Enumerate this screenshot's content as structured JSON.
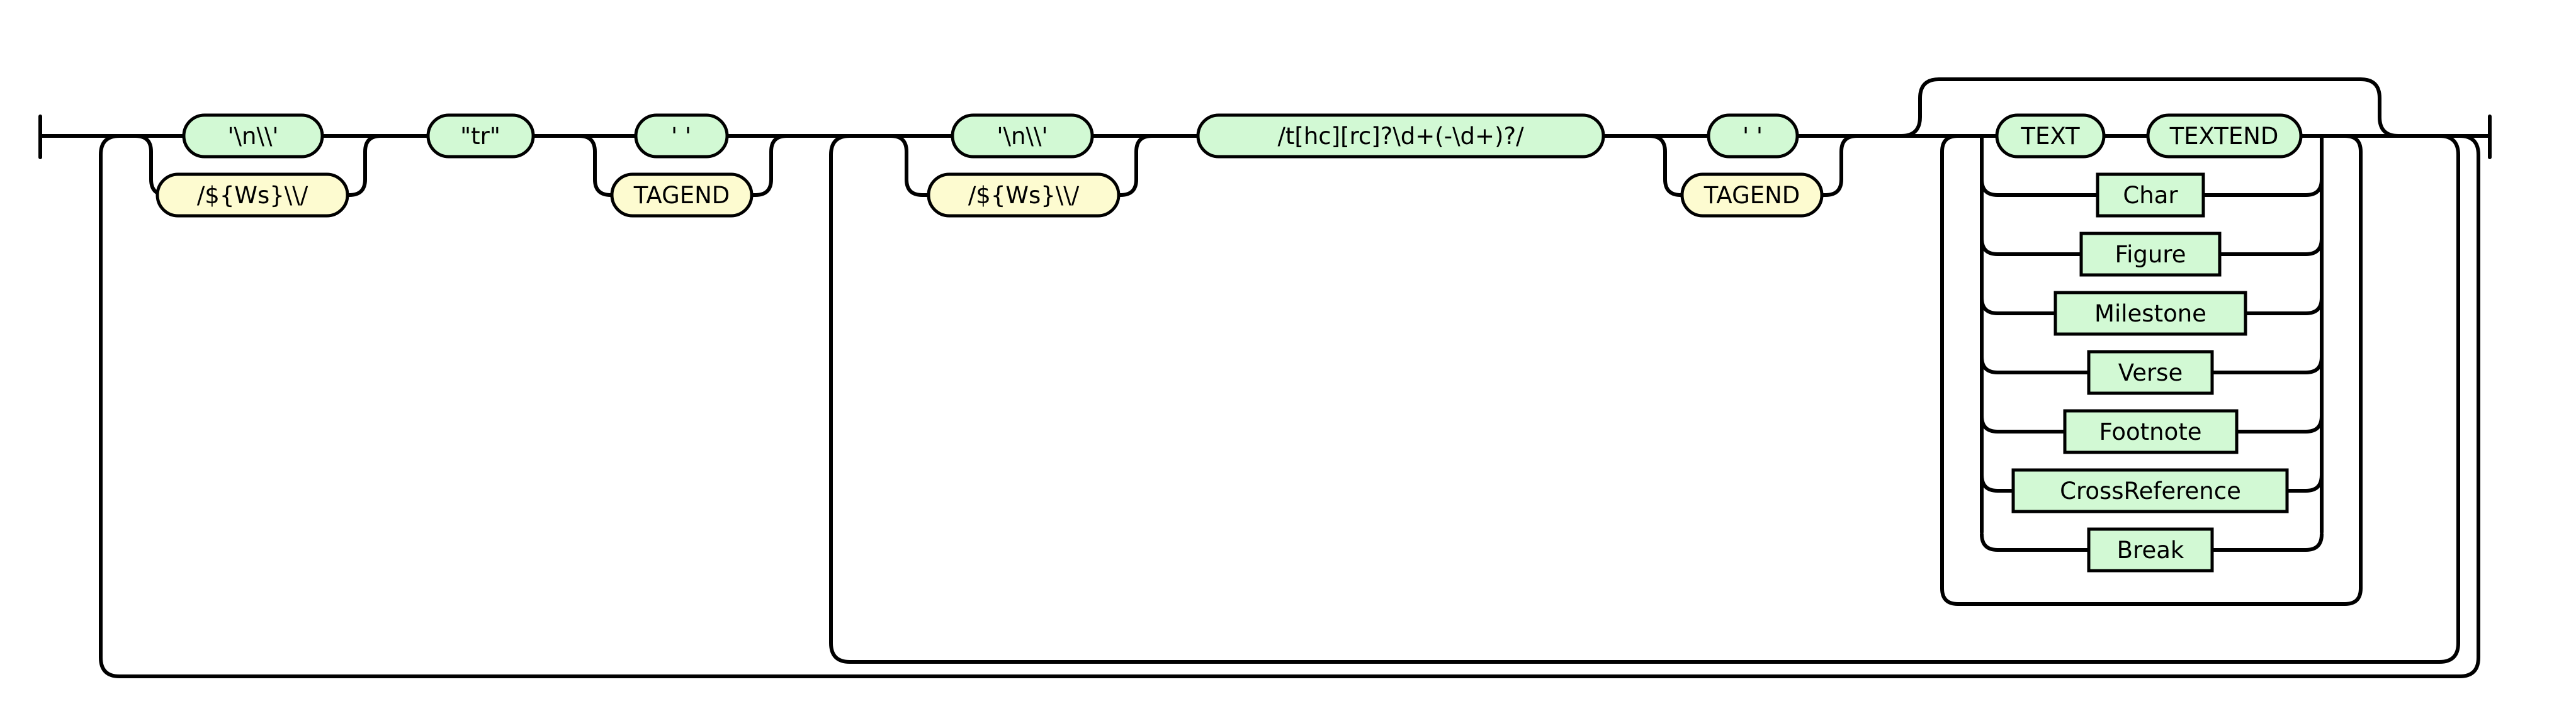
{
  "diagram": {
    "group1": {
      "newline_literal": "'\\n\\\\'",
      "ws_pattern": "/${Ws}\\\\/"
    },
    "tr_literal": "\"tr\"",
    "group2": {
      "space_literal": "' '",
      "tagend": "TAGEND"
    },
    "group3": {
      "newline_literal": "'\\n\\\\'",
      "ws_pattern": "/${Ws}\\\\/"
    },
    "cell_regex": "/t[hc][rc]?\\d+(-\\d+)?/",
    "group4": {
      "space_literal": "' '",
      "tagend": "TAGEND"
    },
    "content": {
      "text": "TEXT",
      "textend": "TEXTEND",
      "alternatives": [
        "Char",
        "Figure",
        "Milestone",
        "Verse",
        "Footnote",
        "CrossReference",
        "Break"
      ]
    }
  }
}
